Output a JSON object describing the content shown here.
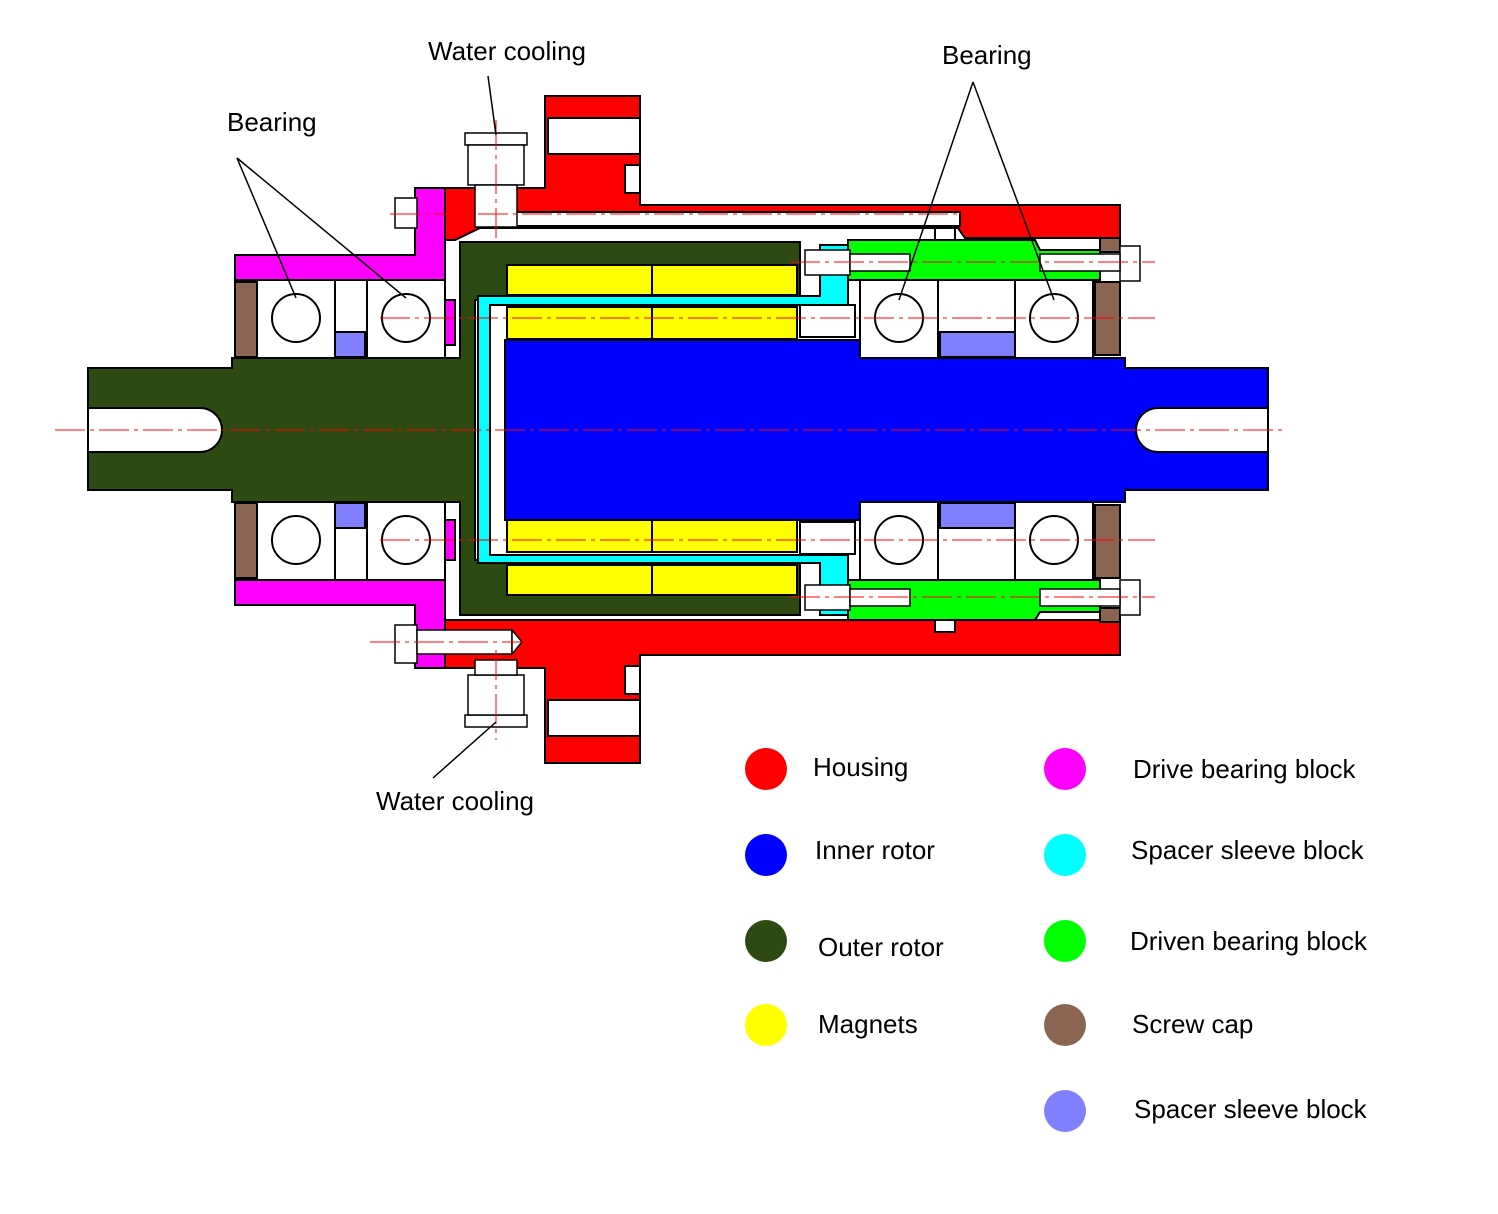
{
  "labels": {
    "water_cooling_top": "Water cooling",
    "water_cooling_bottom": "Water cooling",
    "bearing_left": "Bearing",
    "bearing_right": "Bearing"
  },
  "legend": [
    {
      "label": "Housing",
      "color": "#ff0000"
    },
    {
      "label": "Inner rotor",
      "color": "#0000ff"
    },
    {
      "label": "Outer rotor",
      "color": "#2d4a12"
    },
    {
      "label": "Magnets",
      "color": "#ffff00"
    },
    {
      "label": "Drive bearing block",
      "color": "#ff00ff"
    },
    {
      "label": "Spacer sleeve block",
      "color": "#00ffff"
    },
    {
      "label": "Driven bearing block",
      "color": "#00ff00"
    },
    {
      "label": "Screw cap",
      "color": "#8b6452"
    },
    {
      "label": "Spacer sleeve block",
      "color": "#8080ff"
    }
  ]
}
